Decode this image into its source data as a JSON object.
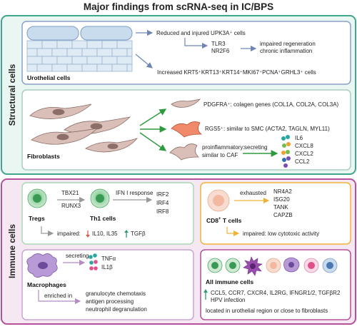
{
  "title": "Major findings from scRNA-seq in IC/BPS",
  "colors": {
    "structural_border": "#3fa58c",
    "structural_bg": "#eaf6f2",
    "immune_border": "#b4519a",
    "immune_bg": "#f6e8f2",
    "urothelial_box": "#8aa0c8",
    "fibro_box": "#a8cfbe",
    "tregs_box": "#a8d9b4",
    "cd8_box": "#f2b23a",
    "macro_box": "#c7a6d1",
    "all_box": "#b4519a",
    "down_arrow": "#e35b50",
    "up_arrow": "#2f9c6b"
  },
  "structural": {
    "label": "Structural cells",
    "urothelial": {
      "label": "Urothelial cells",
      "reduced": "Reduced and injured UPK3A⁺ cells",
      "receptors": [
        "TLR3",
        "NR2F6"
      ],
      "effects": [
        "impaired regeneration",
        "chronic inflammation"
      ],
      "increased": "Increased KRT5⁺KRT13⁺KRT14⁺MKI67⁺PCNA⁺GRHL3⁺ cells"
    },
    "fibroblasts": {
      "label": "Fibroblasts",
      "pdgfra": "PDGFRA⁺: colagen genes (COL1A, COL2A, COL3A)",
      "rgs5": "RGS5⁺: similar to SMC (ACTA2, TAGLN, MYL11)",
      "proinflam_1": "proinflammatory:",
      "proinflam_2": "similar to CAF",
      "secreting": "secreting",
      "cytokines": [
        "IL6",
        "CXCL8",
        "CXCL2",
        "CCL2"
      ]
    }
  },
  "immune": {
    "label": "Immune cells",
    "tregs": {
      "label": "Tregs",
      "genes": [
        "TBX21",
        "RUNX3"
      ],
      "th1_label": "Th1 cells",
      "ifn": "IFN I response",
      "irf": [
        "IRF2",
        "IRF4",
        "IRF8"
      ],
      "impaired": "impaired:",
      "down_genes": "IL10, IL35",
      "up_gene": "TGFβ"
    },
    "cd8": {
      "label_main": "CD8",
      "label_sup": "+",
      "label_rest": " T cells",
      "exhausted": "exhausted",
      "genes": [
        "NR4A2",
        "ISG20",
        "TANK",
        "CAPZB"
      ],
      "impaired": "impaired: low cytotoxic activity"
    },
    "macrophages": {
      "label": "Macrophages",
      "secreting": "secreting",
      "cytokines": [
        "TNFα",
        "IL1β"
      ],
      "enriched": "enriched in",
      "processes": [
        "granulocyte chemotaxis",
        "antigen processing",
        "neutrophil degranulation"
      ]
    },
    "all_immune": {
      "label": "All immune cells",
      "line1": "CCL5, CCR7, CXCR4, IL2RG, IFNGR1/2, TGFβR2",
      "line2": "HPV infection",
      "line3": "located in urothelial region or close to fibroblasts"
    }
  }
}
